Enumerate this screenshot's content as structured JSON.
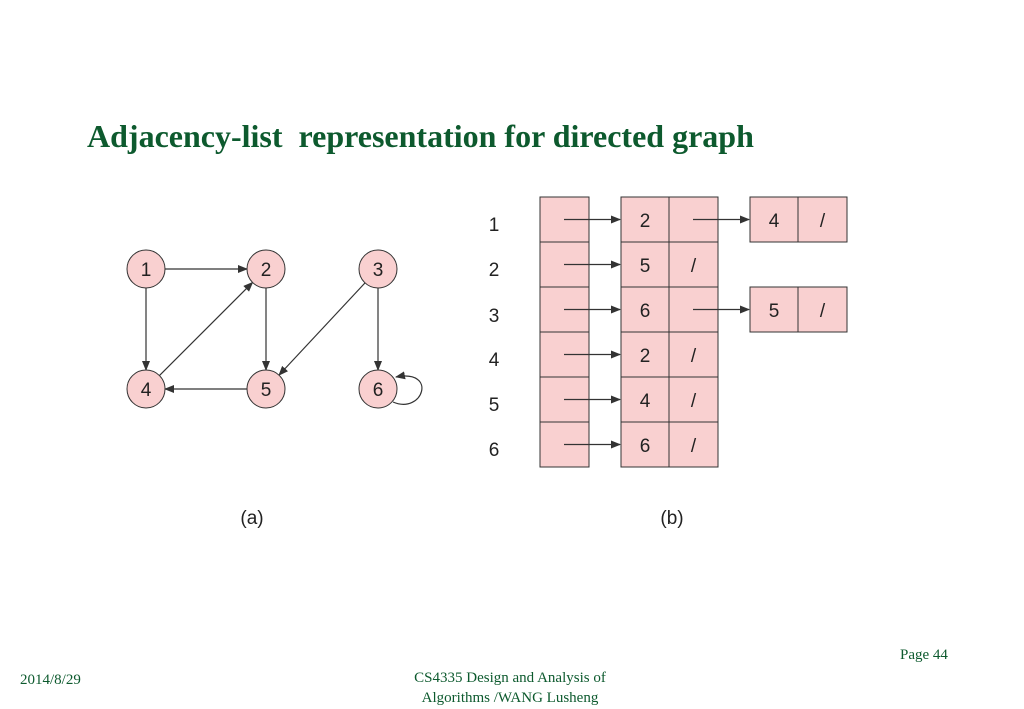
{
  "title": "Adjacency-list  representation for directed graph",
  "graph": {
    "nodes": [
      "1",
      "2",
      "3",
      "4",
      "5",
      "6"
    ],
    "edges": [
      [
        "1",
        "2"
      ],
      [
        "1",
        "4"
      ],
      [
        "2",
        "5"
      ],
      [
        "3",
        "5"
      ],
      [
        "3",
        "6"
      ],
      [
        "4",
        "2"
      ],
      [
        "5",
        "4"
      ],
      [
        "6",
        "6"
      ]
    ],
    "caption": "(a)"
  },
  "adjacency": {
    "rows": [
      {
        "label": "1",
        "list": [
          {
            "value": "2",
            "next": "arrow"
          },
          {
            "value": "4",
            "next": "/"
          }
        ]
      },
      {
        "label": "2",
        "list": [
          {
            "value": "5",
            "next": "/"
          }
        ]
      },
      {
        "label": "3",
        "list": [
          {
            "value": "6",
            "next": "arrow"
          },
          {
            "value": "5",
            "next": "/"
          }
        ]
      },
      {
        "label": "4",
        "list": [
          {
            "value": "2",
            "next": "/"
          }
        ]
      },
      {
        "label": "5",
        "list": [
          {
            "value": "4",
            "next": "/"
          }
        ]
      },
      {
        "label": "6",
        "list": [
          {
            "value": "6",
            "next": "/"
          }
        ]
      }
    ],
    "caption": "(b)"
  },
  "footer": {
    "date": "2014/8/29",
    "course_line1": "CS4335 Design and Analysis of",
    "course_line2": "Algorithms /WANG Lusheng",
    "page": "Page 44"
  },
  "colors": {
    "node_fill": "#f9d0d0",
    "title": "#0d5a2e",
    "footer": "#0d5a2e"
  }
}
